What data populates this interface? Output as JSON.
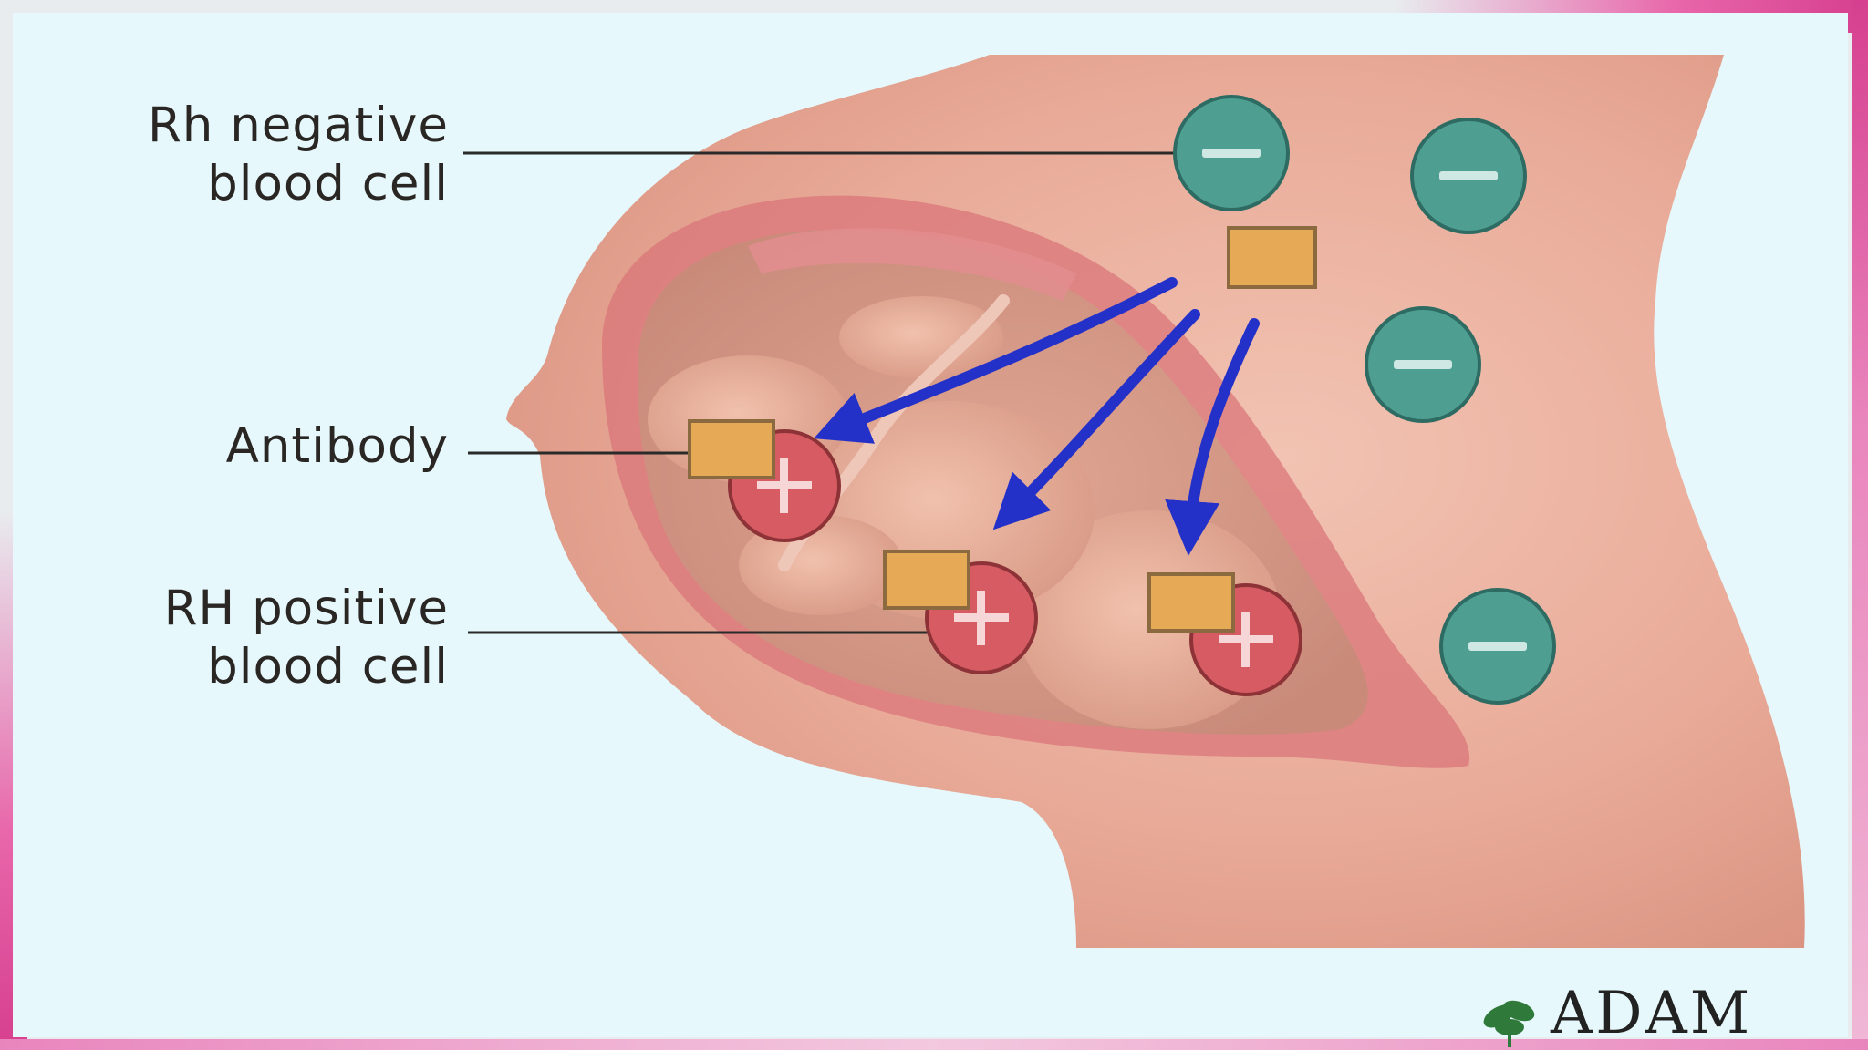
{
  "labels": {
    "rh_negative": "Rh negative\nblood cell",
    "antibody": "Antibody",
    "rh_positive": "RH positive\nblood cell"
  },
  "cell_signs": {
    "negative": "−",
    "positive": "+"
  },
  "logo": {
    "text": "ADAM"
  },
  "colors": {
    "panel_bg": "#e6f8fb",
    "negative_cell": "#4f9e92",
    "positive_cell": "#d65b62",
    "antibody": "#e6a956",
    "arrow": "#2431c8",
    "frame_accent": "#e866aa"
  }
}
